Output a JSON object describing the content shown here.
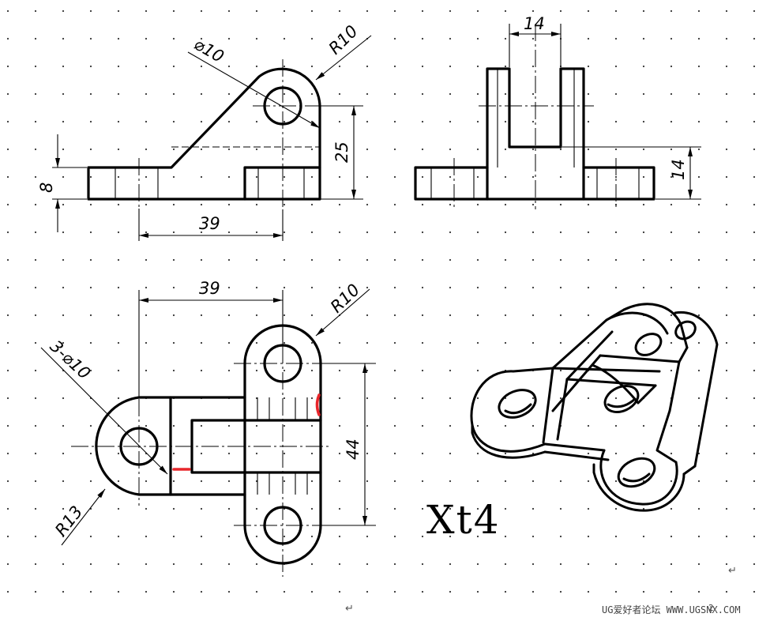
{
  "drawing": {
    "title": "Xt4",
    "front_view": {
      "dim_height": "8",
      "dim_width": "39",
      "dim_hole": "⌀10",
      "dim_radius": "R10",
      "dim_center_height": "25"
    },
    "side_view": {
      "dim_slot": "14",
      "dim_slot_depth": "14"
    },
    "top_view": {
      "dim_width": "39",
      "dim_holes": "3-⌀10",
      "dim_radius_top": "R10",
      "dim_radius_left": "R13",
      "dim_span": "44"
    }
  },
  "footer": {
    "forum": "UG爱好者论坛 WWW.UGSNX.COM",
    "page_mark": "2"
  },
  "paragraph_marks": [
    "↵",
    "↵"
  ],
  "colors": {
    "lines": "#000000",
    "markup": "#e8262b",
    "grid_dots": "#333333"
  }
}
